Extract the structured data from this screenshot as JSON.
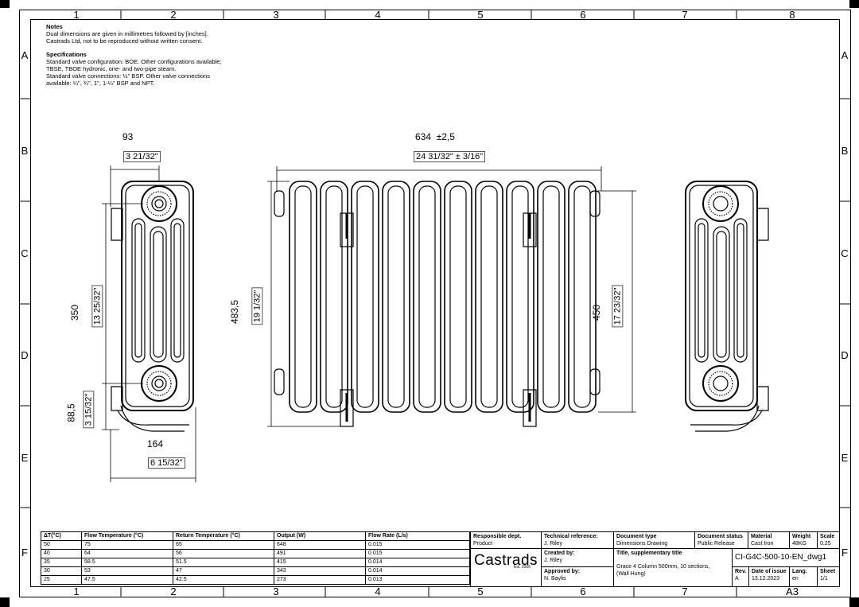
{
  "zones": {
    "columns": [
      "1",
      "2",
      "3",
      "4",
      "5",
      "6",
      "7",
      "8"
    ],
    "rows": [
      "A",
      "B",
      "C",
      "D",
      "E",
      "F"
    ]
  },
  "notes": {
    "heading": "Notes",
    "line1": "Dual dimensions are given in millimetres followed by [inches].",
    "line2": "Castrads Ltd, not to be reproduced without written consent.",
    "spec_heading": "Specifications",
    "spec1": "Standard valve configuration: BOE. Other configurations available;",
    "spec2": "TBSE, TBOE hydronic, one- and two-pipe steam.",
    "spec3": "Standard valve connections: ½\" BSP. Other valve connections",
    "spec4": "available: ¼\", ¾\", 1\", 1-¼\" BSP and NPT."
  },
  "dimensions": {
    "depth_mm": "93",
    "depth_in": "3 21/32\"",
    "width_mm": "634",
    "width_tol_mm": "±2,5",
    "width_in": "24 31/32\"",
    "width_tol_in": "± 3/16\"",
    "centres_mm": "350",
    "centres_in": "13 25/32\"",
    "height_mm": "483,5",
    "height_in": "19 1/32\"",
    "outer_mm": "450",
    "outer_in": "17 23/32\"",
    "foot_mm": "88,5",
    "foot_in": "3 15/32\"",
    "wall_mm": "164",
    "wall_in": "6 15/32\""
  },
  "flow_table": {
    "headers": [
      "ΔT(°C)",
      "Flow Temperature (°C)",
      "Return Temperature (°C)",
      "Output (W)",
      "Flow Rate (L/s)"
    ],
    "rows": [
      [
        "50",
        "75",
        "65",
        "648",
        "0.015"
      ],
      [
        "40",
        "64",
        "56",
        "491",
        "0.015"
      ],
      [
        "35",
        "58.5",
        "51.5",
        "415",
        "0.014"
      ],
      [
        "30",
        "53",
        "47",
        "343",
        "0.014"
      ],
      [
        "25",
        "47.5",
        "42.5",
        "273",
        "0.013"
      ]
    ]
  },
  "title_block": {
    "resp_dept_label": "Responsible dept.",
    "resp_dept_value": "Product",
    "logo": "Castrads",
    "logo_est": "Est. 2006",
    "tech_ref_label": "Technical reference:",
    "tech_ref_value": "J. Riley",
    "created_by_label": "Created by:",
    "created_by_value": "J. Riley",
    "approved_by_label": "Approved by:",
    "approved_by_value": "N. Baylis",
    "doc_type_label": "Document type",
    "doc_type_value": "Dimensions Drawing",
    "title_label": "Title, supplementary title",
    "title_value1": "Grace 4 Column 500mm, 10 sections,",
    "title_value2": "(Wall Hung)",
    "doc_status_label": "Document status",
    "doc_status_value": "Public Release",
    "material_label": "Material",
    "material_value": "Cast Iron",
    "weight_label": "Weight",
    "weight_value": "48KG",
    "scale_label": "Scale",
    "scale_value": "0.25",
    "doc_id": "CI-G4C-500-10-EN_dwg1",
    "rev_label": "Rev.",
    "rev_value": "A",
    "date_label": "Date of issue",
    "date_value": "13.12.2023",
    "lang_label": "Lang.",
    "lang_value": "en",
    "sheet_label": "Sheet",
    "sheet_value": "1/1",
    "paper_size": "A3"
  }
}
